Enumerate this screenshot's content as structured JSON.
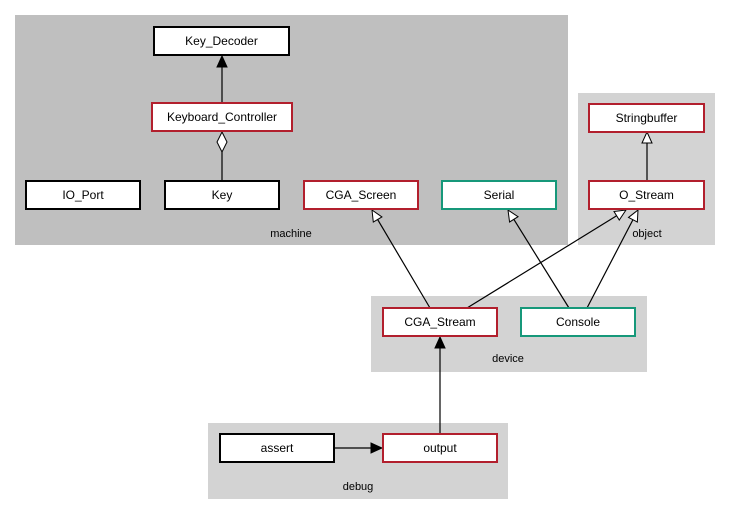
{
  "clusters": [
    {
      "id": "machine",
      "label": "machine",
      "fill": "#bfbfbf"
    },
    {
      "id": "object",
      "label": "object",
      "fill": "#d3d3d3"
    },
    {
      "id": "device",
      "label": "device",
      "fill": "#d3d3d3"
    },
    {
      "id": "debug",
      "label": "debug",
      "fill": "#d3d3d3"
    }
  ],
  "nodes": [
    {
      "id": "key_decoder",
      "label": "Key_Decoder",
      "cluster": "machine",
      "border": "#000000"
    },
    {
      "id": "keyboard_controller",
      "label": "Keyboard_Controller",
      "cluster": "machine",
      "border": "#b21f2d"
    },
    {
      "id": "io_port",
      "label": "IO_Port",
      "cluster": "machine",
      "border": "#000000"
    },
    {
      "id": "key",
      "label": "Key",
      "cluster": "machine",
      "border": "#000000"
    },
    {
      "id": "cga_screen",
      "label": "CGA_Screen",
      "cluster": "machine",
      "border": "#b21f2d"
    },
    {
      "id": "serial",
      "label": "Serial",
      "cluster": "machine",
      "border": "#16987a"
    },
    {
      "id": "stringbuffer",
      "label": "Stringbuffer",
      "cluster": "object",
      "border": "#b21f2d"
    },
    {
      "id": "o_stream",
      "label": "O_Stream",
      "cluster": "object",
      "border": "#b21f2d"
    },
    {
      "id": "cga_stream",
      "label": "CGA_Stream",
      "cluster": "device",
      "border": "#b21f2d"
    },
    {
      "id": "console",
      "label": "Console",
      "cluster": "device",
      "border": "#16987a"
    },
    {
      "id": "assert",
      "label": "assert",
      "cluster": "debug",
      "border": "#000000"
    },
    {
      "id": "output",
      "label": "output",
      "cluster": "debug",
      "border": "#b21f2d"
    }
  ],
  "edges": [
    {
      "from": "keyboard_controller",
      "to": "key_decoder",
      "type": "dependency"
    },
    {
      "from": "key",
      "to": "keyboard_controller",
      "type": "aggregation"
    },
    {
      "from": "o_stream",
      "to": "stringbuffer",
      "type": "inheritance"
    },
    {
      "from": "cga_stream",
      "to": "cga_screen",
      "type": "inheritance"
    },
    {
      "from": "cga_stream",
      "to": "o_stream",
      "type": "inheritance"
    },
    {
      "from": "console",
      "to": "serial",
      "type": "inheritance"
    },
    {
      "from": "console",
      "to": "o_stream",
      "type": "inheritance"
    },
    {
      "from": "output",
      "to": "cga_stream",
      "type": "dependency"
    },
    {
      "from": "assert",
      "to": "output",
      "type": "dependency"
    }
  ]
}
